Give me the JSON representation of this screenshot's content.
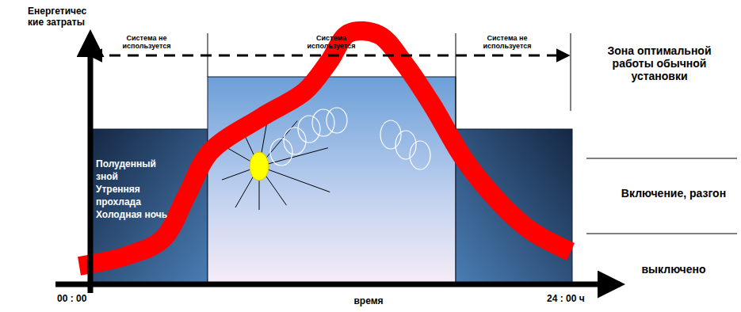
{
  "diagram": {
    "nodes": [
      {
        "text": [
          "Полуденный зной",
          "Утренняя прохлада",
          "Холодная ночь"
        ]
      }
    ],
    "labels": [
      "Енергетичес кие затраты",
      "Система не используется",
      "Система используется",
      "Система не используется",
      "Зона оптимальной работы обычной установки",
      "Включение, разгон",
      "выключено",
      "00 : 00",
      "время",
      "24 : 00 ч"
    ]
  }
}
